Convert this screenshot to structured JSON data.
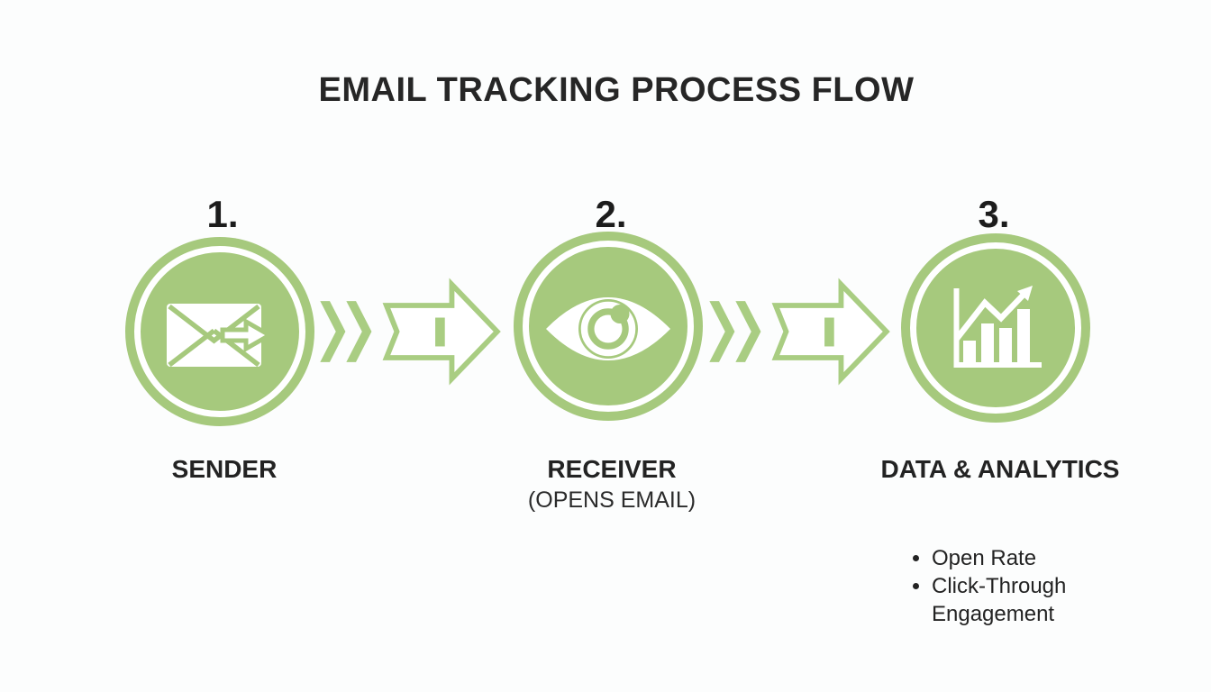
{
  "title": "EMAIL TRACKING PROCESS FLOW",
  "colors": {
    "green": "#a6c97d",
    "arrow_green": "#a9cd82",
    "background": "#fcfdfd",
    "text_dark": "#232323"
  },
  "steps": [
    {
      "number": "1.",
      "label": "SENDER",
      "icon": "email-send-icon"
    },
    {
      "number": "2.",
      "label": "RECEIVER",
      "sublabel": "(OPENS EMAIL)",
      "icon": "eye-icon"
    },
    {
      "number": "3.",
      "label": "DATA & ANALYTICS",
      "icon": "bar-chart-icon"
    }
  ],
  "analytics_metrics": [
    "Open Rate",
    "Click-Through Engagement"
  ]
}
